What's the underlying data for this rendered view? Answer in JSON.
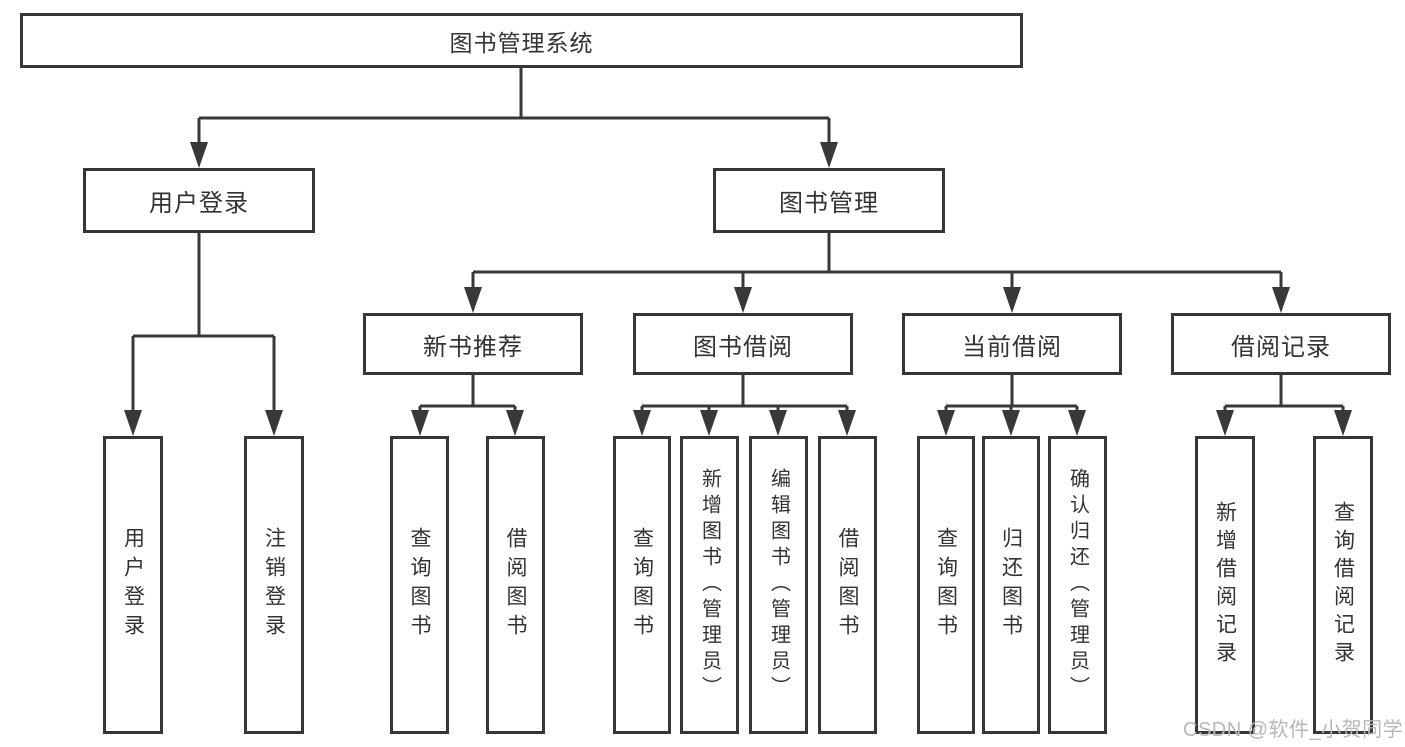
{
  "watermark": "CSDN @软件_小贺同学",
  "colors": {
    "line": "#383838",
    "box_border": "#363636",
    "box_background": "#ffffff",
    "text": "#333333",
    "watermark_text": "#b6b7ba"
  },
  "nodes": {
    "root": {
      "label": "图书管理系统"
    },
    "user_login_group": {
      "label": "用户登录"
    },
    "book_management": {
      "label": "图书管理"
    },
    "new_book_recommend": {
      "label": "新书推荐"
    },
    "book_borrow": {
      "label": "图书借阅"
    },
    "current_borrow": {
      "label": "当前借阅"
    },
    "borrow_records": {
      "label": "借阅记录"
    },
    "user_login": {
      "label": "用户登录"
    },
    "logout": {
      "label": "注销登录"
    },
    "nb_query_books": {
      "label": "查询图书"
    },
    "nb_borrow_books": {
      "label": "借阅图书"
    },
    "bb_query_books": {
      "label": "查询图书"
    },
    "bb_add_books": {
      "label": "新增图书（管理员）"
    },
    "bb_edit_books": {
      "label": "编辑图书（管理员）"
    },
    "bb_borrow_books": {
      "label": "借阅图书"
    },
    "cb_query_books": {
      "label": "查询图书"
    },
    "cb_return_books": {
      "label": "归还图书"
    },
    "cb_confirm_return": {
      "label": "确认归还（管理员）"
    },
    "br_add_record": {
      "label": "新增借阅记录"
    },
    "br_query_record": {
      "label": "查询借阅记录"
    }
  }
}
